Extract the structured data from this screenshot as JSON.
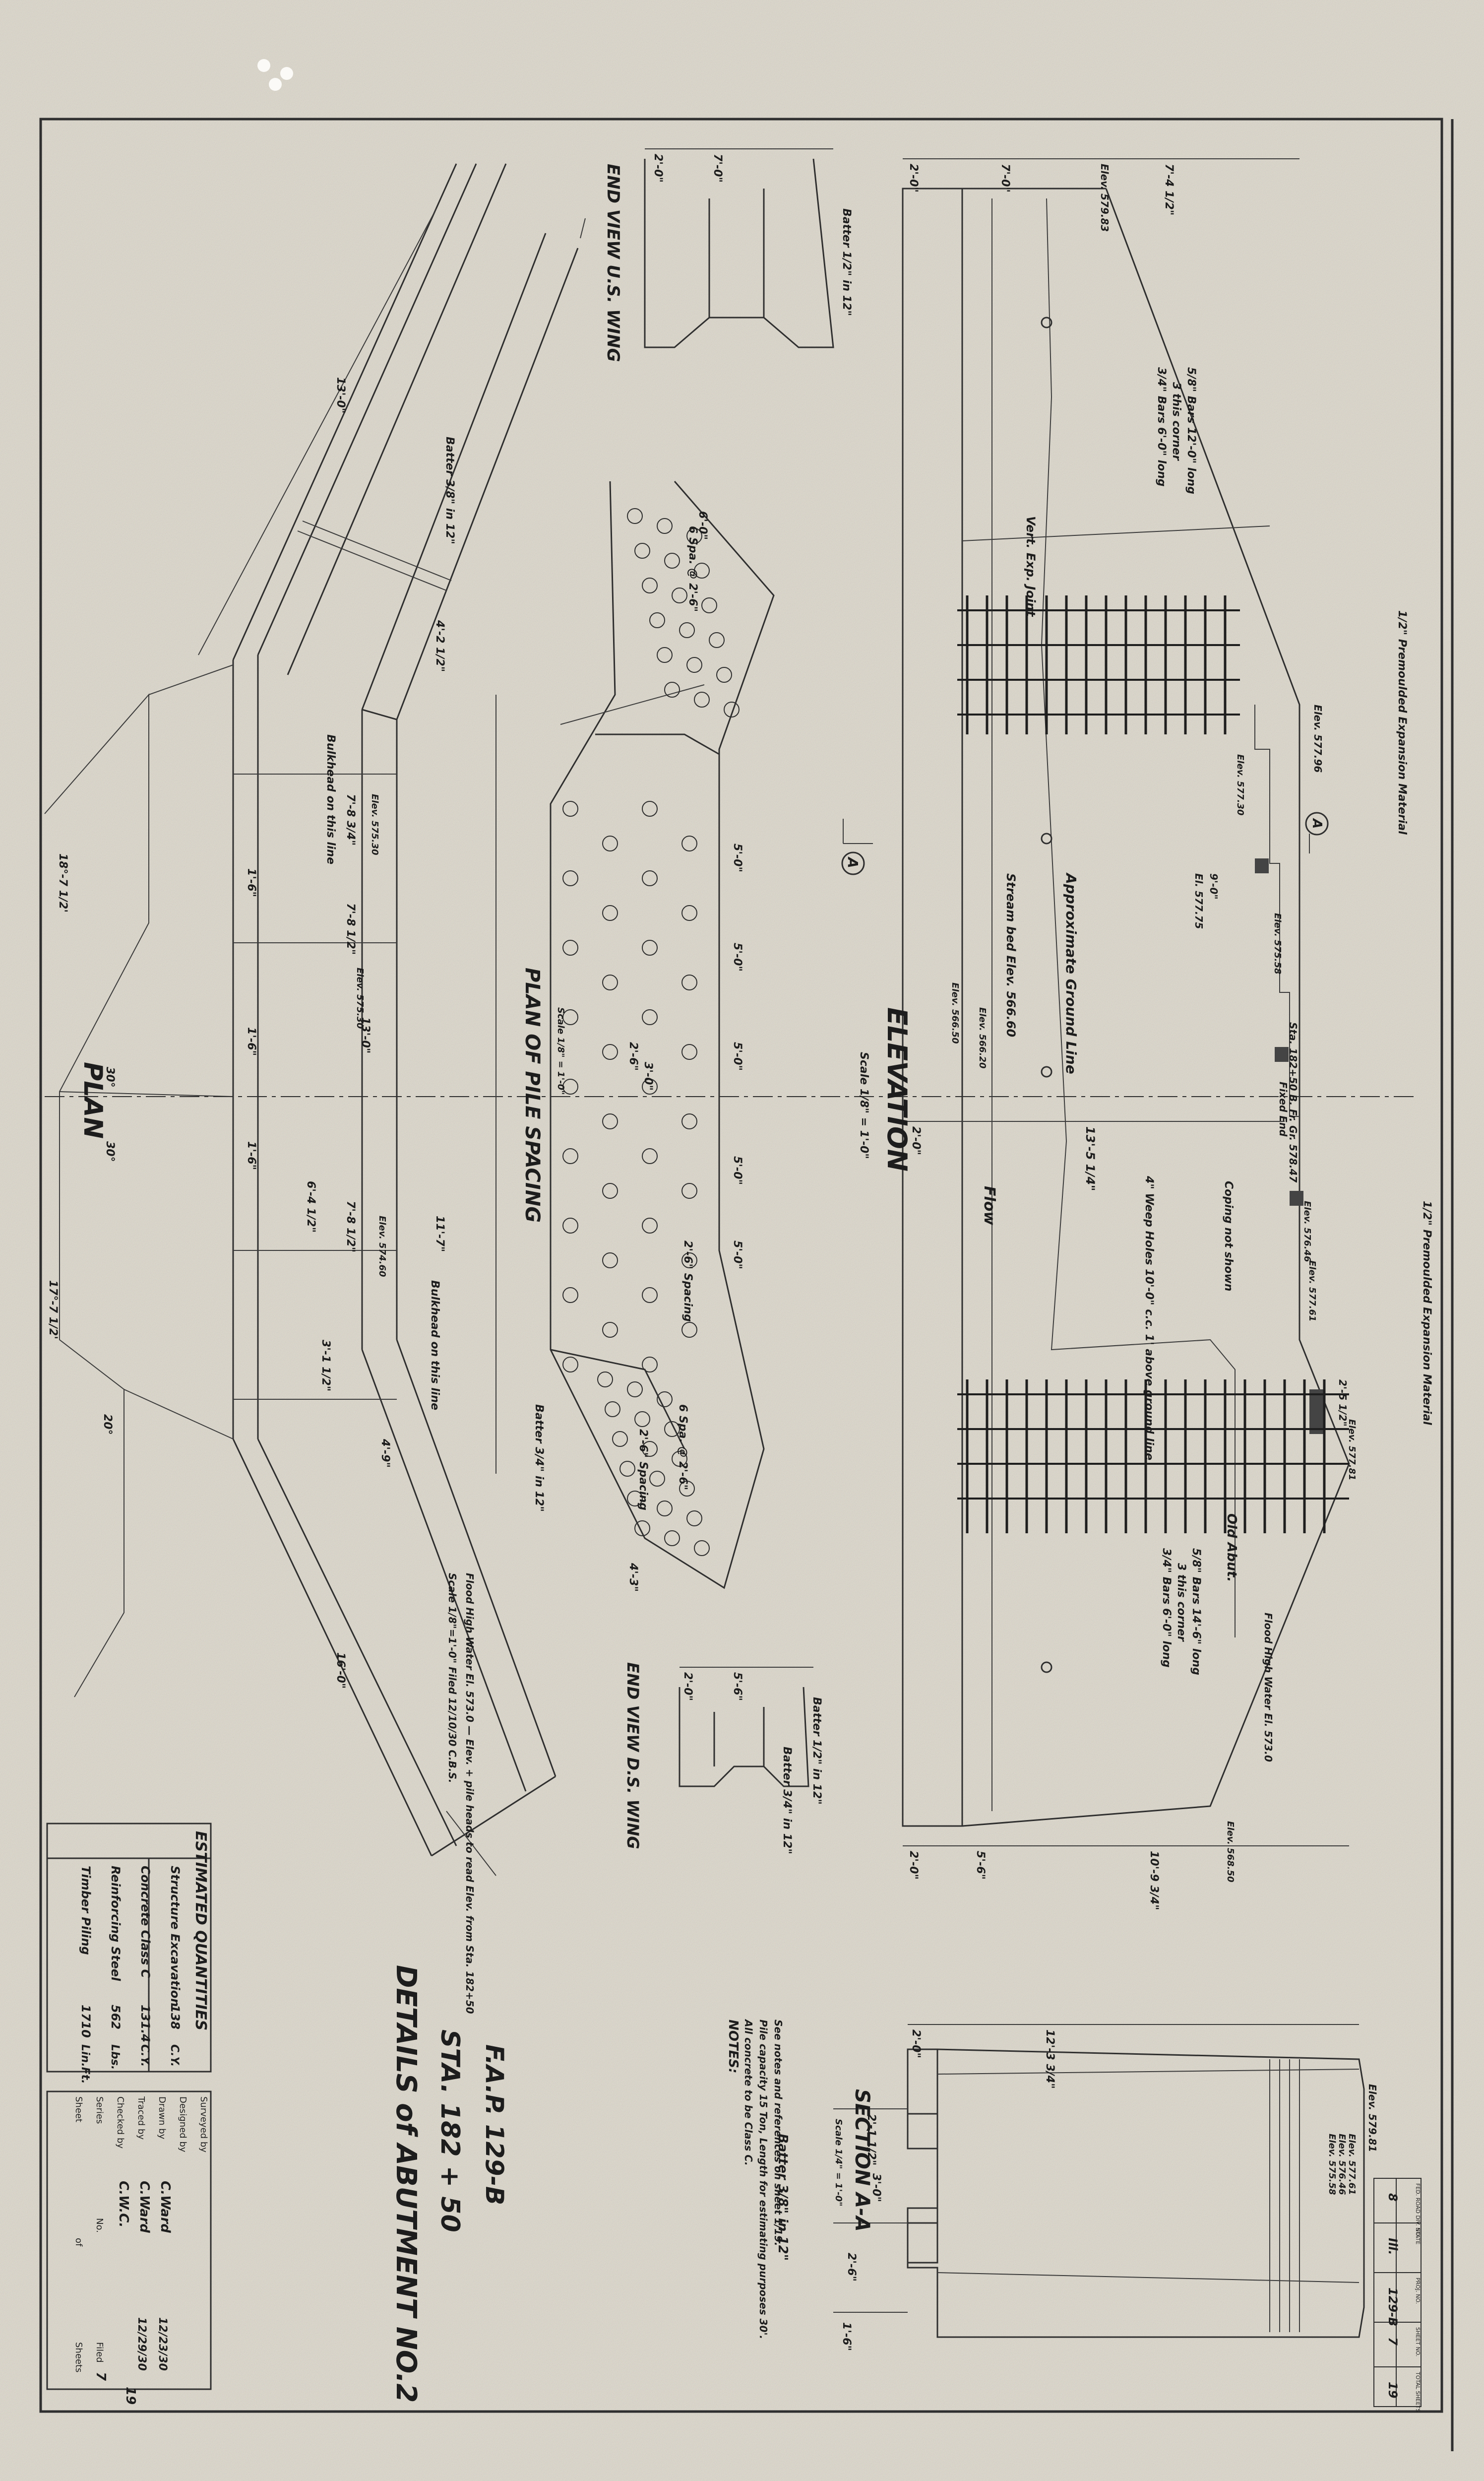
{
  "title_block": {
    "line1": "DETAILS of ABUTMENT NO.2",
    "line2": "STA. 182 + 50",
    "line3": "F.A.P. 129-B"
  },
  "quantities": {
    "header1": "ESTIMATED",
    "header2": "QUANTITIES",
    "rows": [
      {
        "item": "Structure Excavation",
        "qty": "138",
        "unit": "C.Y."
      },
      {
        "item": "Concrete Class C",
        "qty": "131.4",
        "unit": "C.Y."
      },
      {
        "item": "Reinforcing Steel",
        "qty": "562",
        "unit": "Lbs."
      },
      {
        "item": "Timber Piling",
        "qty": "1710",
        "unit": "Lin.Ft."
      }
    ]
  },
  "signoff": {
    "rows": [
      {
        "label": "Surveyed by",
        "value": ""
      },
      {
        "label": "Designed by",
        "value": ""
      },
      {
        "label": "Drawn by",
        "value": "C.Ward",
        "date": "12/23/30"
      },
      {
        "label": "Traced by",
        "value": "C.Ward",
        "date": "12/29/30"
      },
      {
        "label": "Checked by",
        "value": "C.W.C."
      },
      {
        "label": "Series",
        "value": "",
        "no_label": "No.",
        "file_label": "Filed"
      },
      {
        "label": "Sheet",
        "value": "7",
        "of_label": "of",
        "total": "19",
        "suffix": "Sheets"
      }
    ]
  },
  "notes": {
    "heading": "NOTES:",
    "lines": [
      "All concrete to be Class C.",
      "Pile capacity 15 Ton, Length for estimating purposes 30'.",
      "See notes and references on sheet 1/19."
    ]
  },
  "sheet_box": {
    "headers": [
      "FED. ROAD DIV. NO.",
      "STATE",
      "PROJ. NO.",
      "SHEET NO.",
      "TOTAL SHEETS"
    ],
    "values": [
      "8",
      "Ill.",
      "129-B",
      "7",
      "19"
    ]
  },
  "views": {
    "plan": "PLAN",
    "pile_spacing": "PLAN OF PILE SPACING",
    "pile_scale": "Scale 1/8\" = 1'-0\"",
    "elevation": "ELEVATION",
    "elevation_scale": "Scale 1/8\" = 1'-0\"",
    "end_view_us": "END VIEW U.S. WING",
    "end_view_ds": "END VIEW D.S. WING",
    "section": "SECTION A-A",
    "section_scale": "Scale 1/4\" = 1'-0\"",
    "section_marker": "A"
  },
  "labels": {
    "flow": "Flow",
    "ground_line": "Approximate Ground Line",
    "stream_bed": "Stream bed Elev. 566.60",
    "old_abut": "Old Abut.",
    "expansion_top": "1/2\" Premoulded Expansion Material",
    "expansion_bottom": "1/2\" Premoulded Expansion Material",
    "weep_holes": "4\" Weep Holes 10'-0\" c.c. 1' above ground line",
    "coping": "Coping not shown",
    "vert_joint": "Vert. Exp. Joint",
    "high_water": "Flood High Water El. 573.0",
    "sta_bearing": "Sta. 182+50 B. Fr. Gr. 578.47",
    "fixed_end": "Fixed End",
    "bars_top_1": "5/8\" Bars 12'-0\" long",
    "bars_top_2": "3 this corner",
    "bars_top_3": "3/4\" Bars 6'-0\" long",
    "bars_bot_1": "5/8\" Bars 14'-6\" long",
    "bars_bot_2": "3 this corner",
    "bars_bot_3": "3/4\" Bars 6'-0\" long",
    "bulkhead_1": "Bulkhead on this line",
    "bulkhead_2": "Bulkhead on this line",
    "batter_12": "Batter 1/2\" in 12\"",
    "batter_34": "Batter 3/4\" in 12\"",
    "batter_38": "Batter 3/8\" in 12\"",
    "spacing_26": "2'-6\" Spacing",
    "plan_note": "Flood High Water El. 573.0 — Elev. + pile heads to read Elev. from Sta. 182+50",
    "plan_note_2": "Scale 1/8\"=1'-0\"   Filed 12/10/30   C.B.S."
  },
  "dimensions": {
    "elev_top": [
      "2'-0\"",
      "7'-0\"",
      "7'-4 1/2\""
    ],
    "elev_mid": "13'-5 1/4\"",
    "elev_mid_left": "2'-0\"",
    "elev_bot": [
      "2'-0\"",
      "5'-6\"",
      "10'-9 3/4\""
    ],
    "elev_right_a": "2'-5 1/2\"",
    "elev_right_b": "9'-0\"",
    "elev_right_c": "El. 577.75",
    "plan_long": [
      "13'-0\"",
      "13'-0\"",
      "11'-7\"",
      "16'-0\""
    ],
    "plan_small": [
      "4'-2 1/2\"",
      "7'-8 3/4\"",
      "7'-8 1/2\"",
      "6'-4 1/2\"",
      "7'-8 1/2\"",
      "3'-1 1/2\"",
      "1'-6\"",
      "1'-6\"",
      "1'-6\"",
      "4'-9\""
    ],
    "plan_angles": [
      "18°-7 1/2'",
      "17°-7 1/2'",
      "30°",
      "30°",
      "20°"
    ],
    "pile": [
      "6'-0\"",
      "5'-0\"",
      "5'-0\"",
      "5'-0\"",
      "5'-0\"",
      "5'-0\"",
      "2'-6\"",
      "3'-0\"",
      "4'-3\"",
      "6 Spa. @ 2'-6\"",
      "6 Spa. @ 2'-6\""
    ],
    "end_us": [
      "2'-0\"",
      "7'-0\""
    ],
    "end_ds": [
      "2'-0\"",
      "5'-6\""
    ],
    "section_top": [
      "2'-0\"",
      "12'-3 3/4\""
    ],
    "section_left": [
      "2'-1 1/2\"",
      "3'-0\"",
      "2'-6\"",
      "1'-6\""
    ]
  },
  "elevations": {
    "e1": "Elev. 579.83",
    "e2": "Elev. 577.96",
    "e3": "Elev. 577.30",
    "e4": "Elev. 575.58",
    "e5": "Elev. 576.46",
    "e6": "Elev. 577.61",
    "e7": "Elev. 577.81",
    "e8": "Elev. 566.20",
    "e9": "Elev. 568.50",
    "e10": "Elev. 566.50",
    "s1": "Elev. 579.81",
    "s2": "Elev. 577.61",
    "s3": "Elev. 576.46",
    "s4": "Elev. 575.58",
    "p1": "Elev. 575.30",
    "p2": "Elev. 575.30",
    "p3": "Elev. 574.60"
  }
}
